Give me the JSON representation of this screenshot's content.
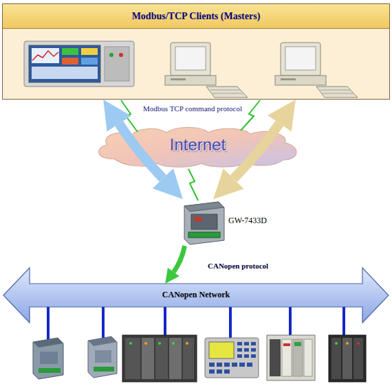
{
  "diagram": {
    "nodes": [
      {
        "text": [
          "Modbus/TCP Clients (Masters)"
        ]
      },
      {
        "text": [
          "Internet"
        ]
      },
      {
        "text": [
          "GW-7433D"
        ]
      },
      {
        "text": [
          "CANopen Network"
        ]
      }
    ],
    "edges": [
      {
        "from": 0,
        "to": 2,
        "arrow": "both"
      },
      {
        "from": 0,
        "to": 2,
        "arrow": "both"
      },
      {
        "from": 2,
        "to": 3,
        "arrow": "to",
        "label": "CANopen protocol"
      }
    ],
    "labels": [
      "Modbus TCP command protocol"
    ]
  }
}
